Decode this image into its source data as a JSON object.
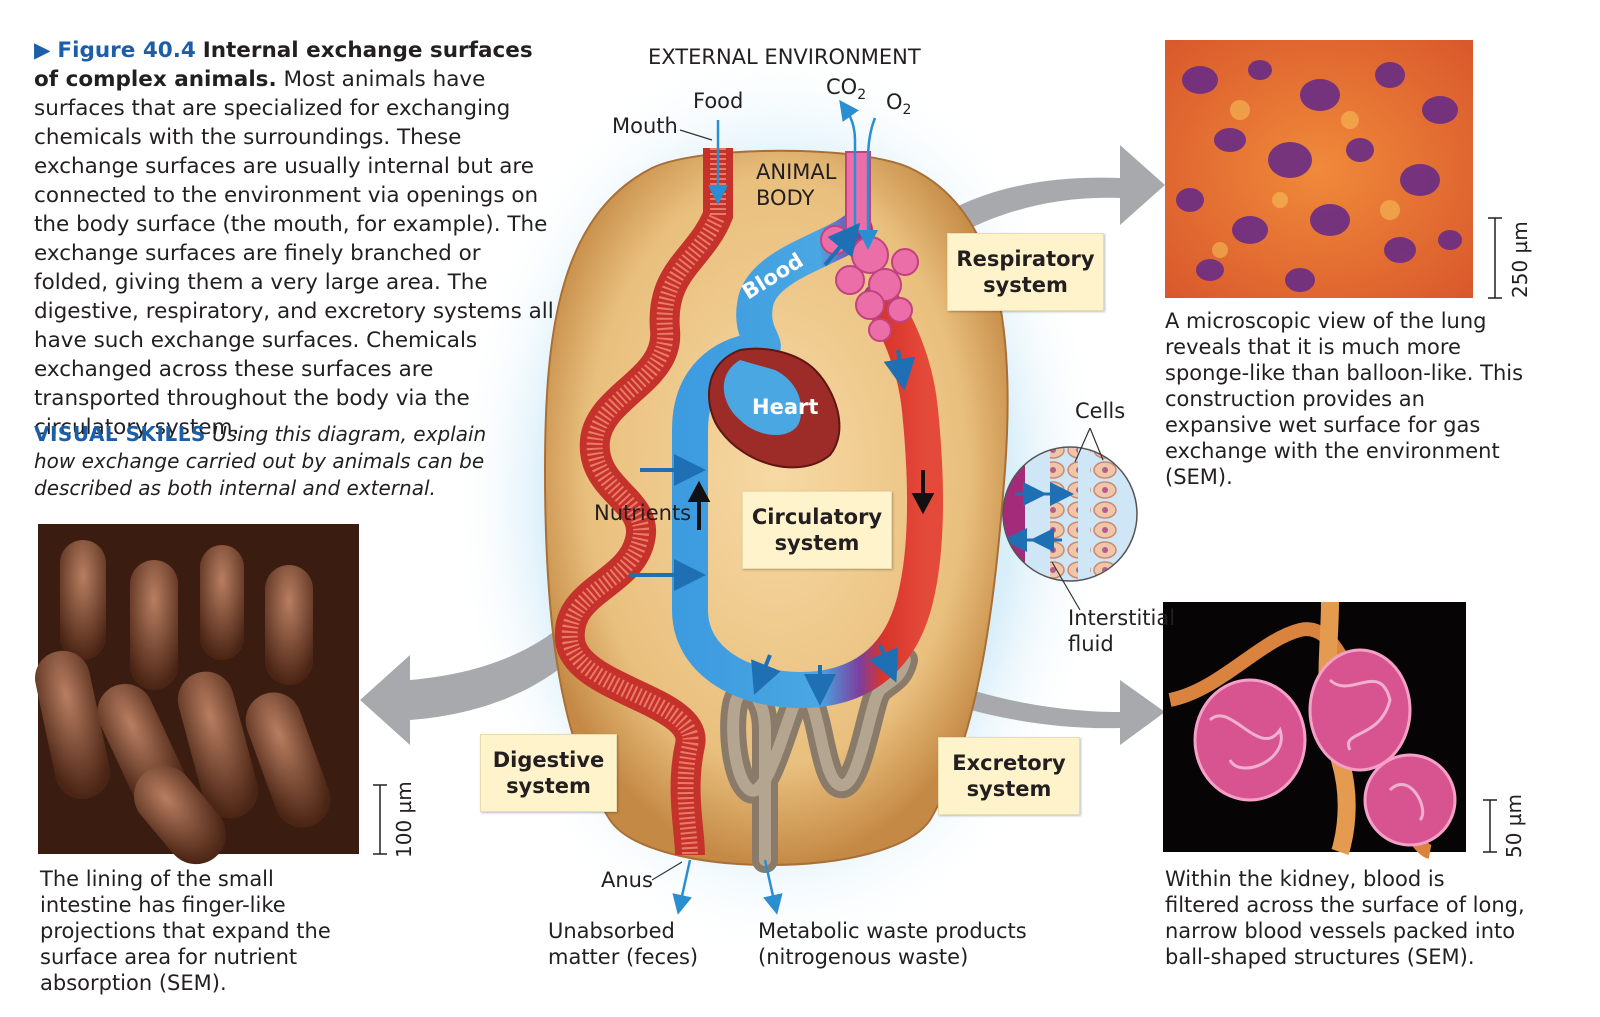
{
  "caption": {
    "figure_number": "Figure 40.4",
    "title": "Internal exchange surfaces of complex animals.",
    "body": "Most animals have surfaces that are specialized for exchanging chemicals with the surroundings. These exchange surfaces are usually internal but are connected to the environment via openings on the body surface (the mouth, for example). The exchange surfaces are finely branched or folded, giving them a very large area. The digestive, respiratory, and excretory systems all have such exchange surfaces. Chemicals exchanged across these surfaces are transported throughout the body via the circulatory system.",
    "visual_skills_label": "VISUAL SKILLS",
    "visual_skills_text": "Using this diagram, explain how exchange carried out by animals can be described as both internal and external."
  },
  "diagram": {
    "external_environment": "EXTERNAL ENVIRONMENT",
    "food": "Food",
    "mouth": "Mouth",
    "co2": "CO",
    "co2_sub": "2",
    "o2": "O",
    "o2_sub": "2",
    "animal_body_line1": "ANIMAL",
    "animal_body_line2": "BODY",
    "blood": "Blood",
    "heart": "Heart",
    "nutrients": "Nutrients",
    "cells": "Cells",
    "interstitial_line1": "Interstitial",
    "interstitial_line2": "fluid",
    "anus": "Anus",
    "unabsorbed_line1": "Unabsorbed",
    "unabsorbed_line2": "matter (feces)",
    "metabolic_line1": "Metabolic waste products",
    "metabolic_line2": "(nitrogenous waste)",
    "systems": {
      "respiratory_line1": "Respiratory",
      "respiratory_line2": "system",
      "circulatory_line1": "Circulatory",
      "circulatory_line2": "system",
      "digestive_line1": "Digestive",
      "digestive_line2": "system",
      "excretory_line1": "Excretory",
      "excretory_line2": "system"
    }
  },
  "photos": {
    "lung": {
      "caption": "A microscopic view of the lung reveals that it is much more sponge-like than balloon-like. This construction provides an expansive wet surface for gas exchange with the environment (SEM).",
      "scale": "250 µm"
    },
    "intestine": {
      "caption": "The lining of the small intestine has finger-like projections that expand the surface area for nutrient absorption (SEM).",
      "scale": "100 µm"
    },
    "kidney": {
      "caption": "Within the kidney, blood is filtered across the surface of long, narrow blood vessels packed into ball-shaped structures (SEM).",
      "scale": "50 µm"
    }
  },
  "colors": {
    "caption_blue": "#1a5fa8",
    "body_tan": "#e0b06a",
    "blood_blue": "#4aa7e2",
    "blood_red": "#d8342a",
    "box_yellow": "#fff3cc",
    "arrow_gray": "#a7a9ac"
  }
}
